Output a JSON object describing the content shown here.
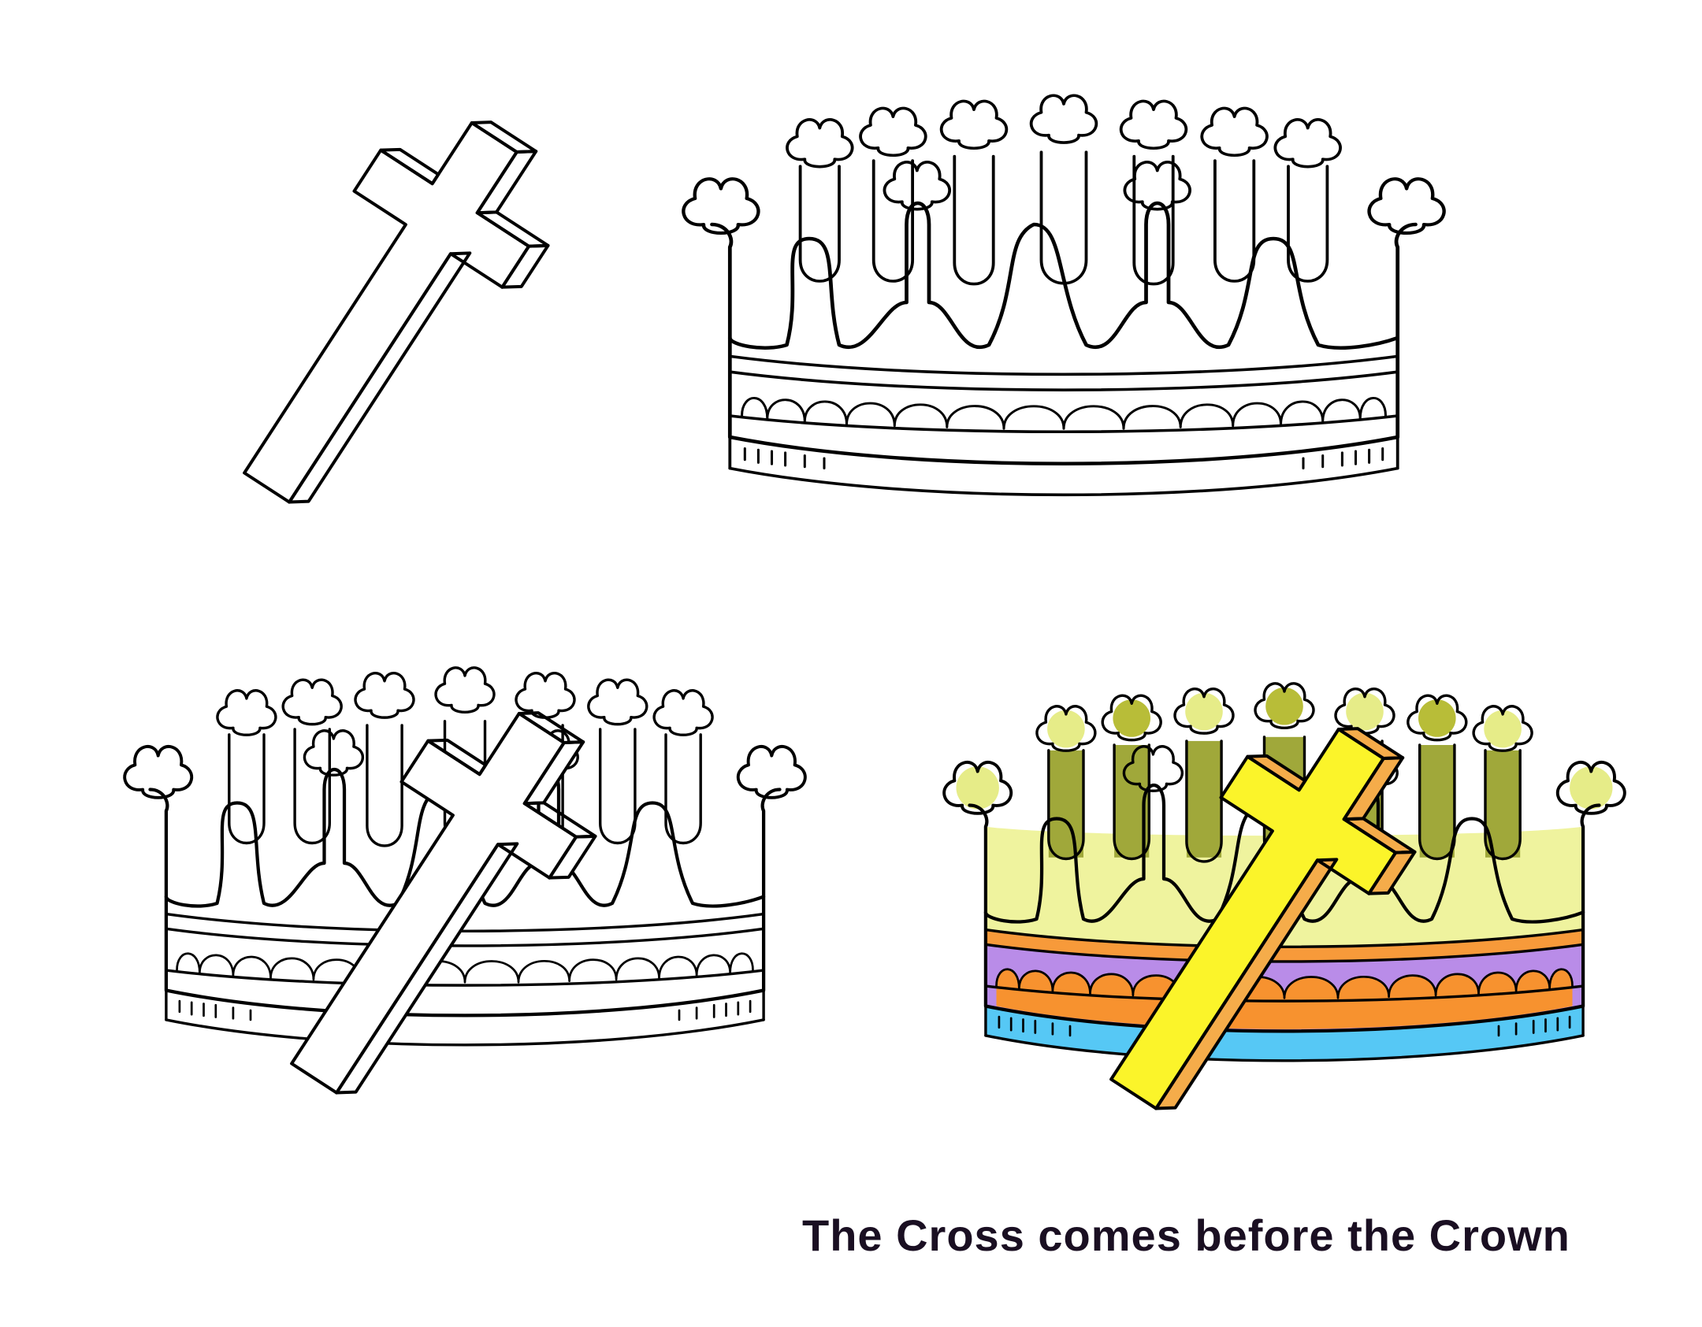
{
  "caption": "The Cross comes before the Crown",
  "panels": [
    {
      "step": 1,
      "content": "cross",
      "colored": false
    },
    {
      "step": 2,
      "content": "crown",
      "colored": false
    },
    {
      "step": 3,
      "content": "crown-with-cross",
      "colored": false
    },
    {
      "step": 4,
      "content": "crown-with-cross",
      "colored": true
    }
  ],
  "colors": {
    "ink": "#000000",
    "caption": "#1a0f22",
    "paper": "#ffffff",
    "cross_face": "#fbf42a",
    "cross_side": "#f5ac4a",
    "crown_body": "#eff39e",
    "crown_lobes_front": "#e6ec88",
    "crown_lobes_back": "#b8bd38",
    "crown_stalks": "#a0a83a",
    "band_stripe": "#f79a3a",
    "band_purple": "#b98ce8",
    "band_arches": "#f7922f",
    "band_base": "#56c8f5"
  }
}
